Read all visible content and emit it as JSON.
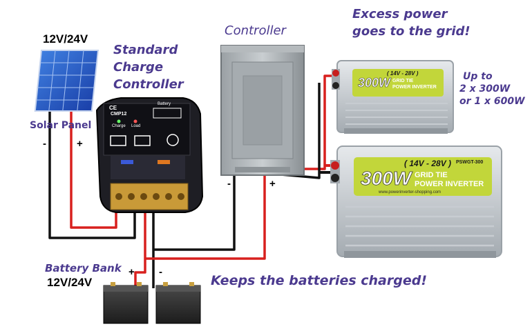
{
  "labels": {
    "solar_voltage": "12V/24V",
    "charge_controller_title": [
      "Standard",
      "Charge",
      "Controller"
    ],
    "solar_panel": "Solar Panel",
    "controller": "Controller",
    "excess_power": [
      "Excess power",
      "goes to the grid!"
    ],
    "inverter_capacity": [
      "Up to",
      "2 x 300W",
      "or 1 x 600W"
    ],
    "battery_bank": "Battery Bank",
    "battery_voltage": "12V/24V",
    "keeps_charged": "Keeps the batteries charged!"
  },
  "polarity": {
    "panel_neg": "-",
    "panel_pos": "+",
    "controller_neg": "-",
    "controller_pos": "+",
    "battery_pos": "+",
    "battery_neg": "-"
  },
  "device_text": {
    "cc_model": "CMP12",
    "cc_ce": "CE",
    "cc_charge": "Charge",
    "cc_load": "Load",
    "cc_battery": "Battery",
    "inv_power": "300W",
    "inv_voltage": "( 14V - 28V )",
    "inv_model": "PSWGT-300",
    "inv_type_1": "GRID TIE",
    "inv_type_2": "POWER INVERTER",
    "inv_url": "www.powerinverter-shopping.com"
  },
  "colors": {
    "label_purple": "#4b3a8f",
    "wire_red": "#d8201e",
    "wire_black": "#111111",
    "inverter_label_green": "#c2d63a"
  }
}
